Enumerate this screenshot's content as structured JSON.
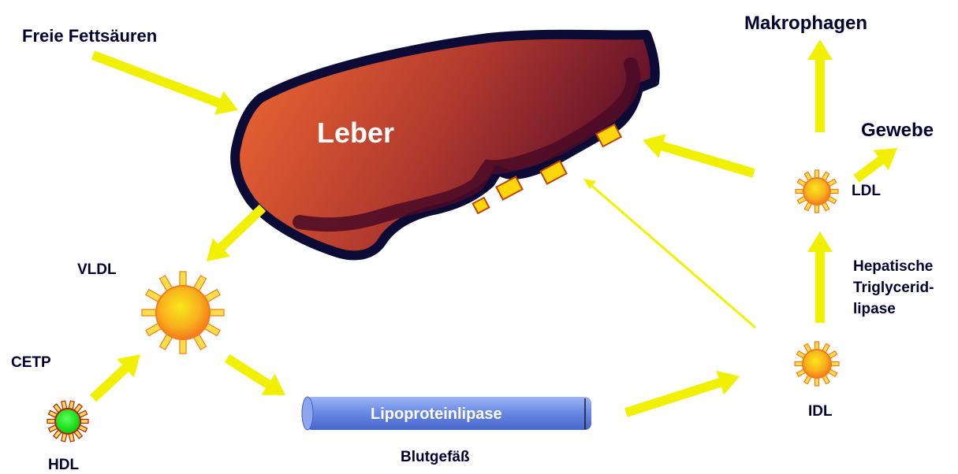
{
  "labels": {
    "free_fatty_acids": "Freie Fettsäuren",
    "liver": "Leber",
    "macrophages": "Makrophagen",
    "tissue": "Gewebe",
    "ldl": "LDL",
    "hepatic_lipase": [
      "Hepatische",
      "Triglycerid-",
      "lipase"
    ],
    "vldl": "VLDL",
    "cetp": "CETP",
    "hdl": "HDL",
    "lipoprotein_lipase": "Lipoproteinlipase",
    "blood_vessel": "Blutgefäß",
    "idl": "IDL"
  },
  "colors": {
    "arrow": "#f0f000",
    "text": "#000033",
    "liver_outline": "#0b0b35",
    "particle_orange": "#f7941d",
    "hdl_green": "#18e018",
    "vessel_blue": "#6a86e0"
  }
}
